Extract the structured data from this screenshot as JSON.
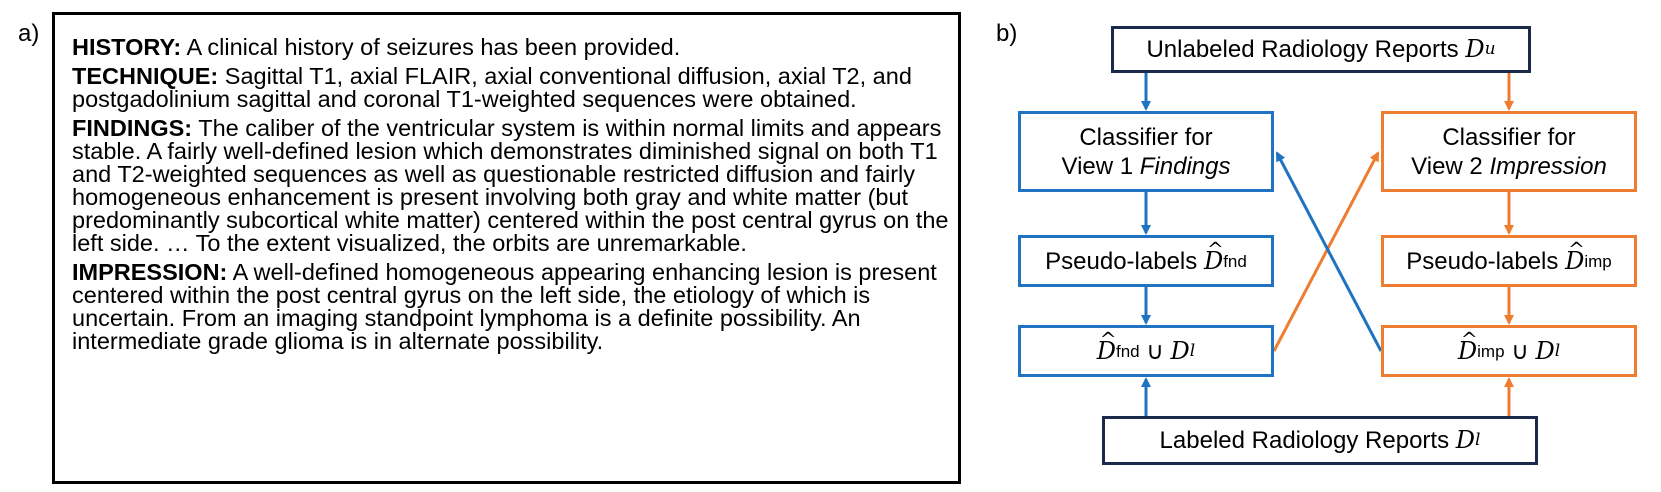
{
  "panel_labels": {
    "a": "a)",
    "b": "b)"
  },
  "report": {
    "history": {
      "heading": "HISTORY:",
      "text": " A clinical history of seizures has been provided."
    },
    "technique": {
      "heading": "TECHNIQUE:",
      "text": " Sagittal T1, axial FLAIR, axial conventional diffusion, axial T2, and postgadolinium sagittal and coronal T1-weighted sequences were obtained."
    },
    "findings": {
      "heading": "FINDINGS:",
      "text": " The caliber of the ventricular system is within normal limits and appears stable.  A fairly well-defined lesion which demonstrates diminished signal on both T1 and T2-weighted sequences as well as questionable restricted diffusion and fairly homogeneous enhancement is present involving both gray and white matter (but predominantly subcortical white matter) centered within the post central gyrus on the left side.  … To the extent visualized, the orbits are unremarkable."
    },
    "impression": {
      "heading": "IMPRESSION:",
      "text": " A well-defined homogeneous  appearing enhancing lesion is present centered within the post central gyrus on the left side, the etiology of which is uncertain.  From an imaging standpoint lymphoma is a definite possibility.  An intermediate grade glioma is in alternate possibility."
    }
  },
  "diagram": {
    "unlabeled": {
      "label": "Unlabeled Radiology Reports",
      "sym": "D",
      "sub": "u"
    },
    "classifier1": {
      "line1": "Classifier for",
      "line2_plain": "View 1 ",
      "line2_italic": "Findings"
    },
    "classifier2": {
      "line1": "Classifier for",
      "line2_plain": "View 2 ",
      "line2_italic": "Impression"
    },
    "pseudo1": {
      "label": "Pseudo-labels",
      "sym": "D",
      "hat": "^",
      "sub": "fnd"
    },
    "pseudo2": {
      "label": "Pseudo-labels",
      "sym": "D",
      "hat": "^",
      "sub": "imp"
    },
    "union1": {
      "sym": "D",
      "hat": "^",
      "sub": "fnd",
      "op": " ∪ ",
      "sym2": "D",
      "sub2": "l"
    },
    "union2": {
      "sym": "D",
      "hat": "^",
      "sub": "imp",
      "op": " ∪ ",
      "sym2": "D",
      "sub2": "l"
    },
    "labeled": {
      "label": "Labeled Radiology Reports",
      "sym": "D",
      "sub": "l"
    },
    "colors": {
      "blue": "#1f73c0",
      "orange": "#ee7d2f",
      "navy": "#1b2a4a"
    }
  }
}
